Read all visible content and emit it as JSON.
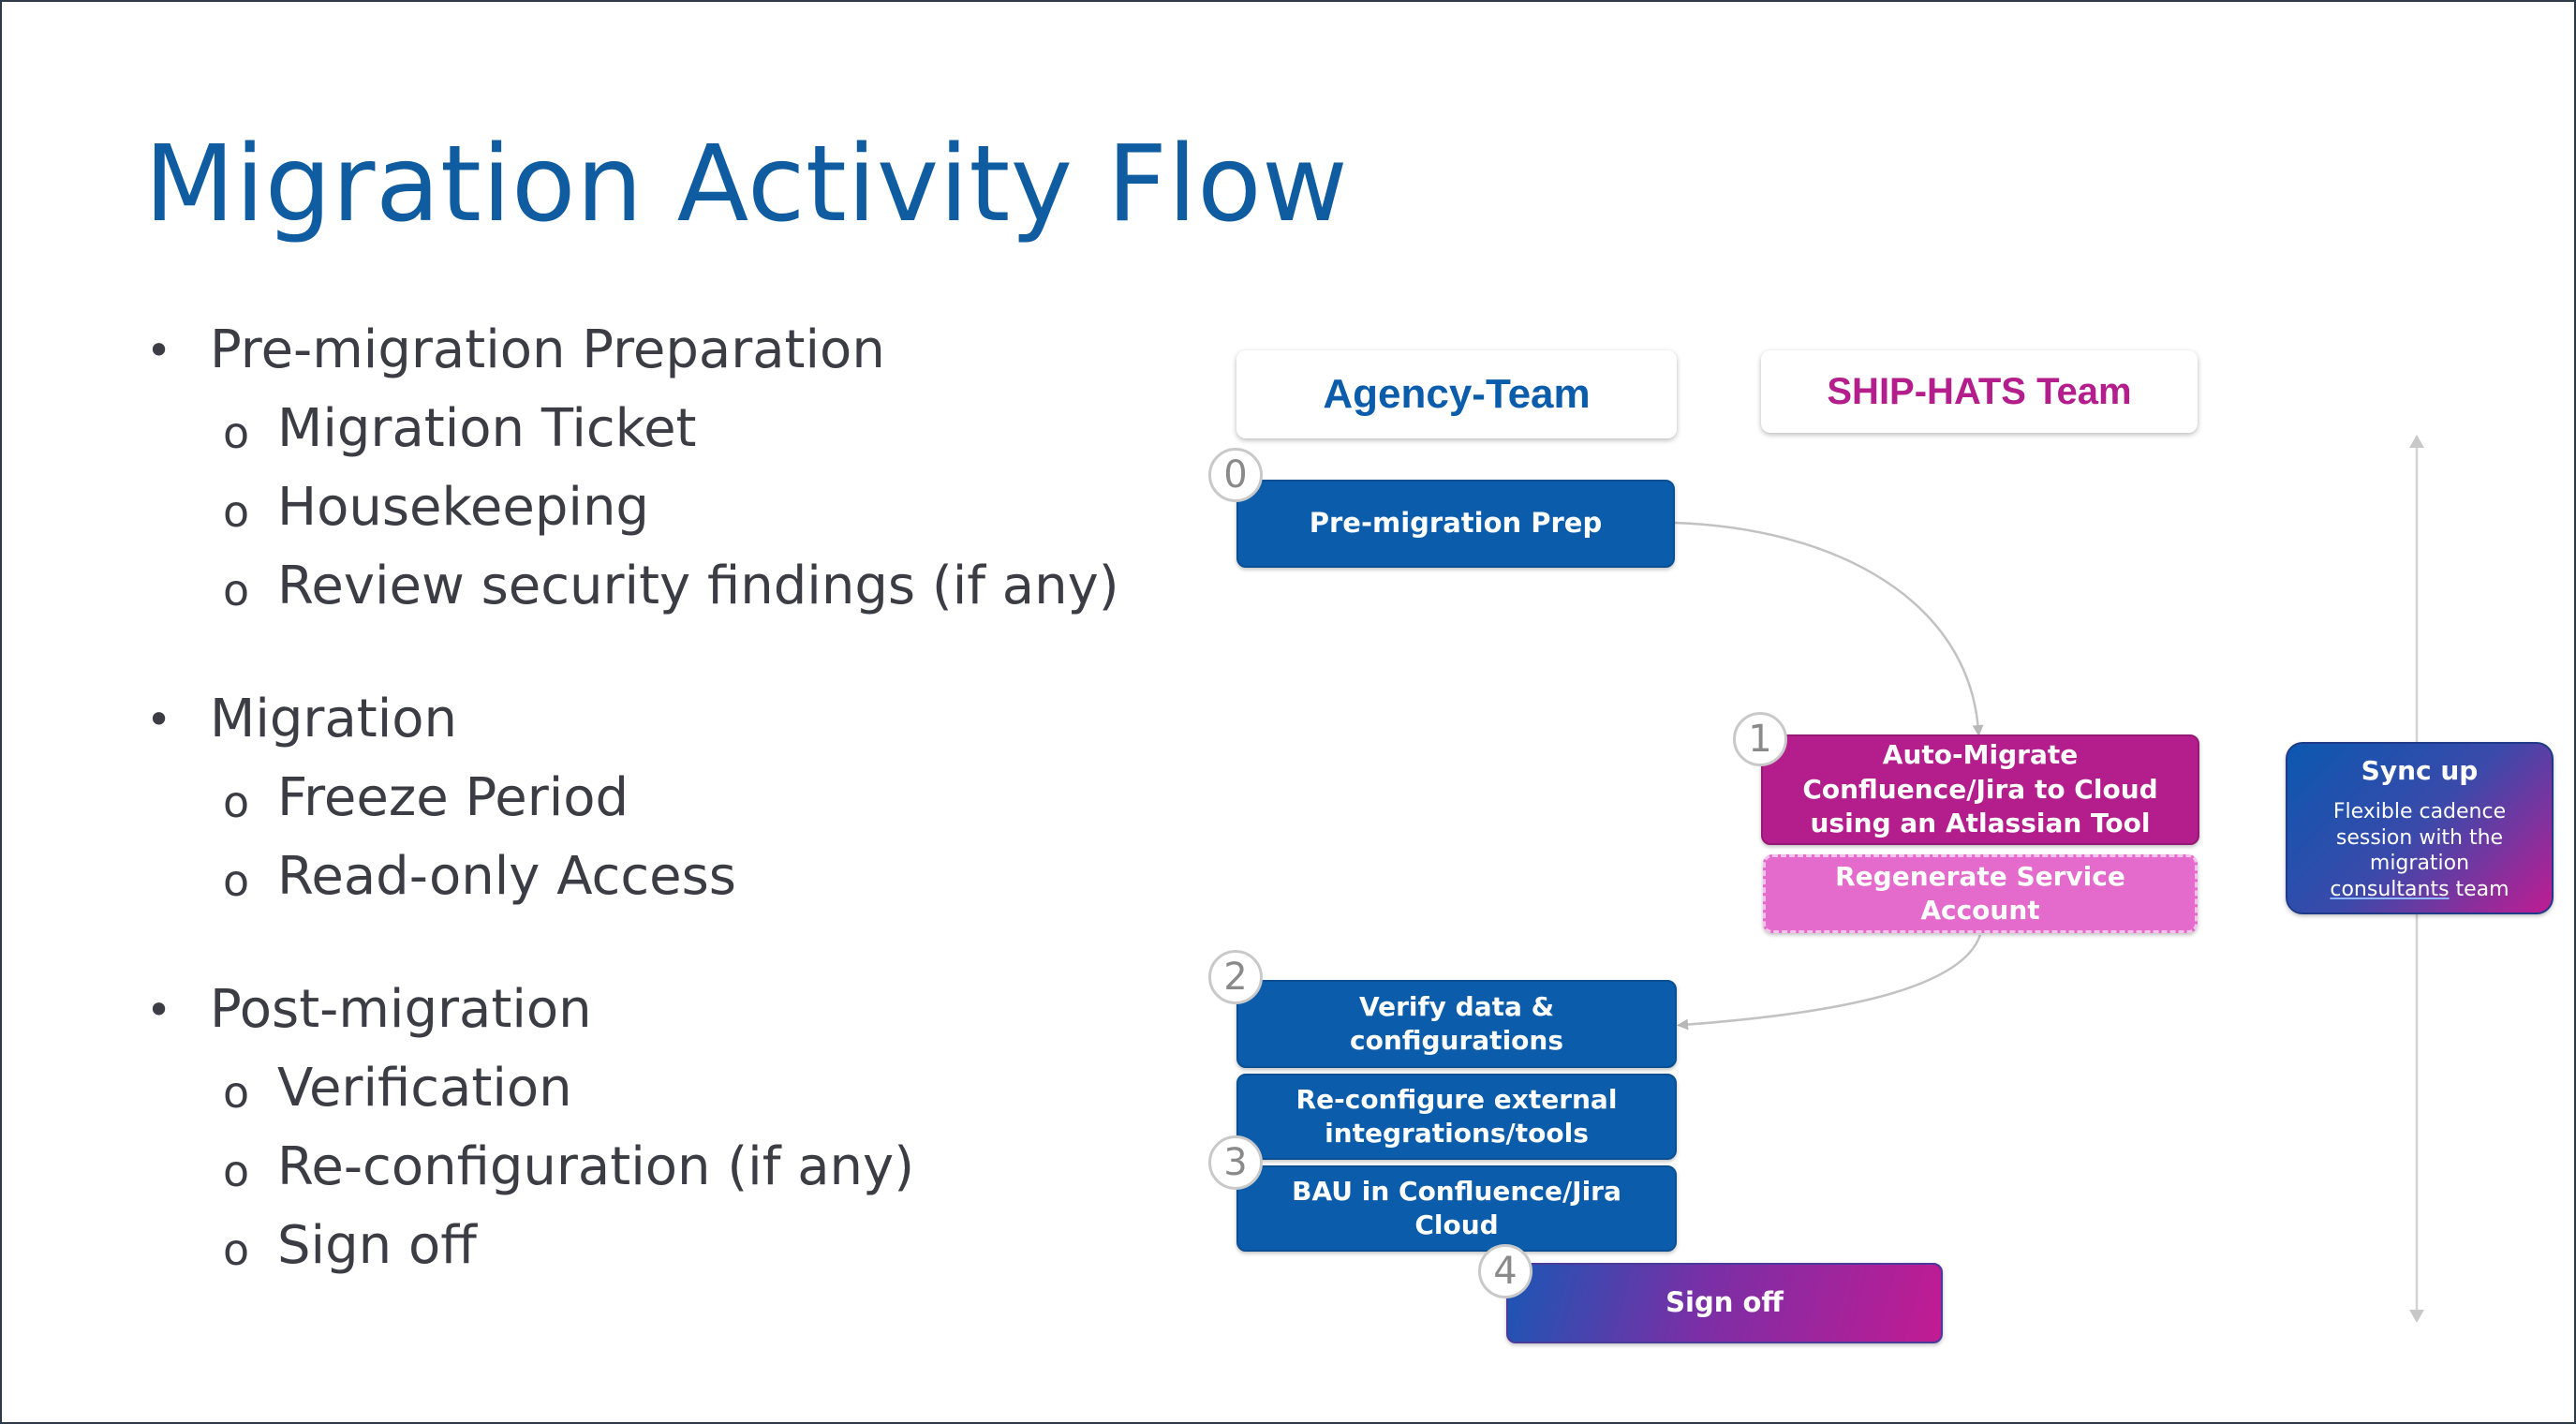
{
  "slide": {
    "title": "Migration Activity Flow",
    "bullets": [
      {
        "label": "Pre-migration Preparation",
        "items": [
          "Migration Ticket",
          "Housekeeping",
          "Review security findings (if any)"
        ]
      },
      {
        "label": "Migration",
        "items": [
          "Freeze Period",
          "Read-only Access"
        ]
      },
      {
        "label": "Post-migration",
        "items": [
          "Verification",
          "Re-configuration (if any)",
          "Sign off"
        ]
      }
    ],
    "bullet_glyph": "•",
    "sub_glyph": "o"
  },
  "diagram": {
    "agency_team": "Agency-Team",
    "shiphats_team": "SHIP-HATS Team",
    "steps": {
      "pre_migration_prep": "Pre-migration Prep",
      "auto_migrate_line1": "Auto-Migrate",
      "auto_migrate_line2": "Confluence/Jira to Cloud",
      "auto_migrate_line3": "using an Atlassian Tool",
      "regenerate_service_account": "Regenerate Service Account",
      "verify": "Verify data & configurations",
      "reconfigure_line1": "Re-configure external",
      "reconfigure_line2": "integrations/tools",
      "bau_line1": "BAU in Confluence/Jira",
      "bau_line2": "Cloud",
      "sign_off": "Sign off"
    },
    "badges": [
      "0",
      "1",
      "2",
      "3",
      "4"
    ],
    "sync": {
      "title": "Sync up",
      "line1": "Flexible cadence",
      "line2": "session with the",
      "line3": "migration",
      "line4a": "consultants",
      "line4b": " team"
    },
    "colors": {
      "agency": "#0b5cab",
      "shiphats": "#b41e8c",
      "regenerate": "#e46bcc",
      "title": "#0f5ca1"
    }
  }
}
